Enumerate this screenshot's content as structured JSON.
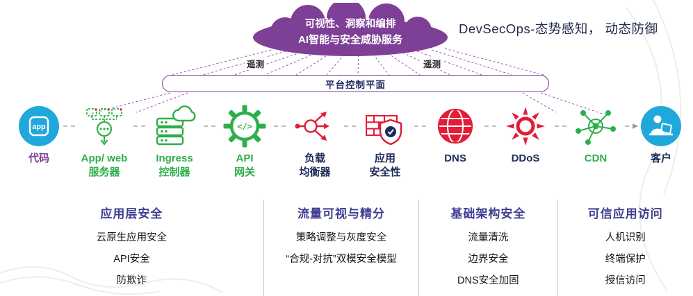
{
  "palette": {
    "purple": "#7e3f97",
    "green": "#2eaf4b",
    "red": "#e21d38",
    "blue": "#1fa8dc",
    "navy": "#1e2b5a",
    "section_heading": "#3f3d91"
  },
  "header": {
    "cloud_line1": "可视性、洞察和编排",
    "cloud_line2": "AI智能与安全威胁服务",
    "tagline": "DevSecOps-态势感知， 动态防御",
    "telemetry_left": "遥测",
    "telemetry_right": "遥测",
    "control_plane": "平台控制平面"
  },
  "icons": {
    "app_text": "app",
    "api_text": "</>"
  },
  "pipeline": {
    "items": [
      {
        "label": "代码"
      },
      {
        "label": "App/ web\n服务器"
      },
      {
        "label": "Ingress\n控制器"
      },
      {
        "label": "API\n网关"
      },
      {
        "label": "负载\n均衡器"
      },
      {
        "label": "应用\n安全性"
      },
      {
        "label": "DNS"
      },
      {
        "label": "DDoS"
      },
      {
        "label": "CDN"
      },
      {
        "label": "客户"
      }
    ]
  },
  "sections": [
    {
      "title": "应用层安全",
      "items": [
        "云原生应用安全",
        "API安全",
        "防欺诈"
      ]
    },
    {
      "title": "流量可视与精分",
      "items": [
        "策略调整与灰度安全",
        "“合规-对抗”双模安全模型"
      ]
    },
    {
      "title": "基础架构安全",
      "items": [
        "流量清洗",
        "边界安全",
        "DNS安全加固"
      ]
    },
    {
      "title": "可信应用访问",
      "items": [
        "人机识别",
        "终端保护",
        "授信访问"
      ]
    }
  ]
}
